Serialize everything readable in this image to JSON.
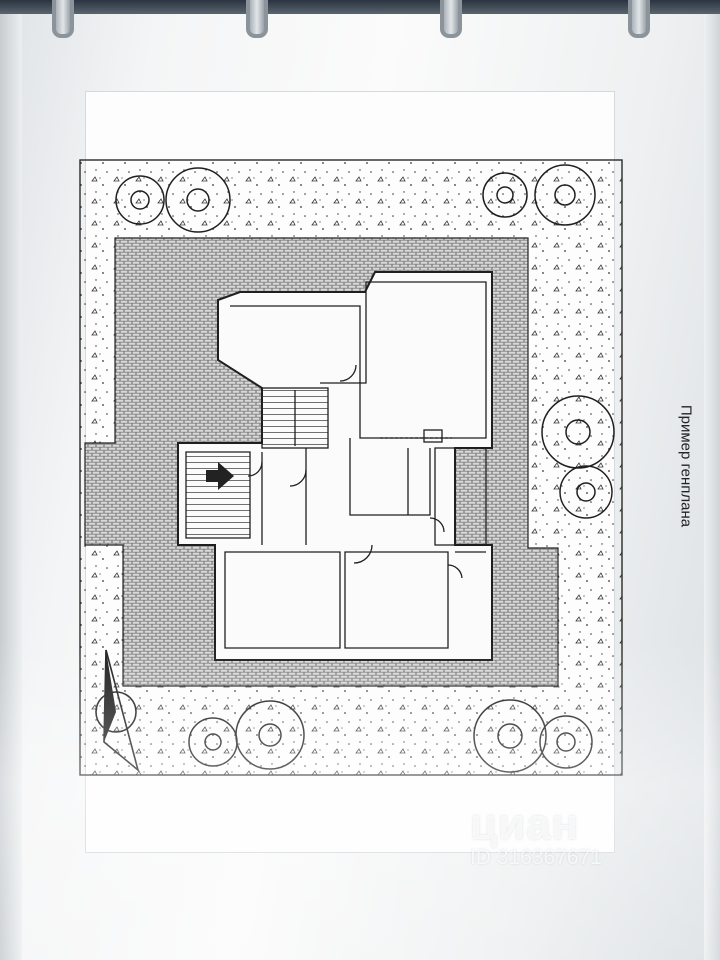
{
  "caption": "Пример генплана",
  "watermark": {
    "logo": "циан",
    "id_text": "ID 316367671"
  },
  "colors": {
    "background": "#e9ecee",
    "paper": "#fdfdfd",
    "ink": "#1f1f1f",
    "paving": "#6f6f6f"
  },
  "icons": [
    "binder-ring-icon",
    "north-arrow-icon",
    "entrance-arrow-icon",
    "tree-icon"
  ]
}
